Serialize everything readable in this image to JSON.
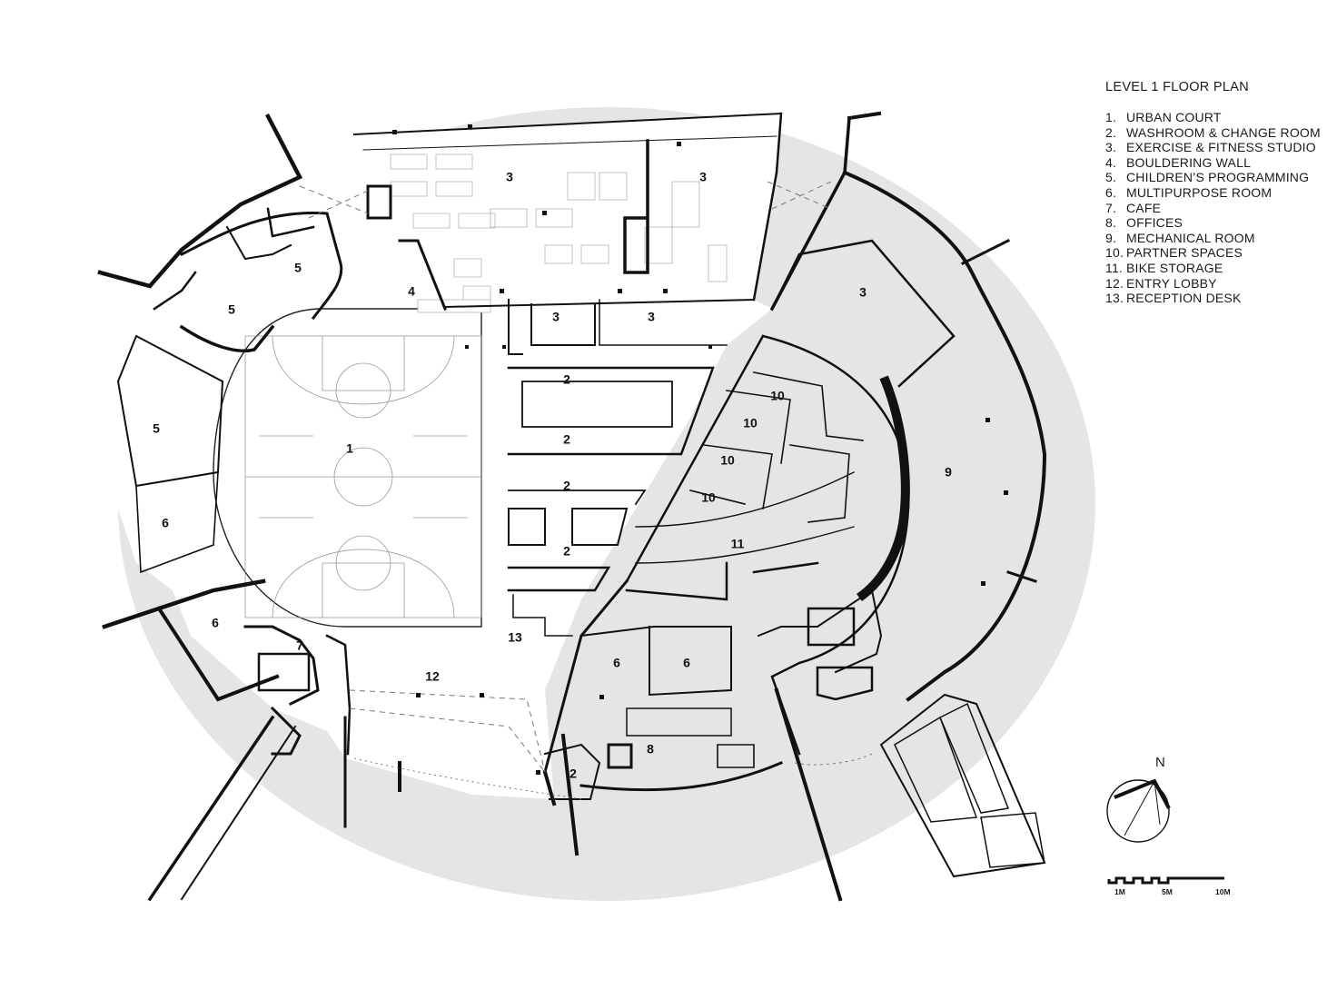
{
  "legend": {
    "title": "LEVEL 1 FLOOR PLAN",
    "items": [
      {
        "num": "1.",
        "label": "URBAN COURT"
      },
      {
        "num": "2.",
        "label": "WASHROOM & CHANGE ROOM"
      },
      {
        "num": "3.",
        "label": "EXERCISE & FITNESS STUDIO"
      },
      {
        "num": "4.",
        "label": "BOULDERING WALL"
      },
      {
        "num": "5.",
        "label": "CHILDREN’S PROGRAMMING"
      },
      {
        "num": "6.",
        "label": "MULTIPURPOSE ROOM"
      },
      {
        "num": "7.",
        "label": "CAFE"
      },
      {
        "num": "8.",
        "label": "OFFICES"
      },
      {
        "num": "9.",
        "label": "MECHANICAL ROOM"
      },
      {
        "num": "10.",
        "label": "PARTNER SPACES"
      },
      {
        "num": "11.",
        "label": "BIKE STORAGE"
      },
      {
        "num": "12.",
        "label": "ENTRY LOBBY"
      },
      {
        "num": "13.",
        "label": "RECEPTION DESK"
      }
    ]
  },
  "rooms": [
    {
      "id": "r3a",
      "label": "3"
    },
    {
      "id": "r3b",
      "label": "3"
    },
    {
      "id": "r3c",
      "label": "3"
    },
    {
      "id": "r3d",
      "label": "3"
    },
    {
      "id": "r3e",
      "label": "3"
    },
    {
      "id": "r4",
      "label": "4"
    },
    {
      "id": "r5a",
      "label": "5"
    },
    {
      "id": "r5b",
      "label": "5"
    },
    {
      "id": "r5c",
      "label": "5"
    },
    {
      "id": "r1",
      "label": "1"
    },
    {
      "id": "r2a",
      "label": "2"
    },
    {
      "id": "r2b",
      "label": "2"
    },
    {
      "id": "r2c",
      "label": "2"
    },
    {
      "id": "r2d",
      "label": "2"
    },
    {
      "id": "r2e",
      "label": "2"
    },
    {
      "id": "r6a",
      "label": "6"
    },
    {
      "id": "r6b",
      "label": "6"
    },
    {
      "id": "r6c",
      "label": "6"
    },
    {
      "id": "r6d",
      "label": "6"
    },
    {
      "id": "r7",
      "label": "7"
    },
    {
      "id": "r8",
      "label": "8"
    },
    {
      "id": "r9",
      "label": "9"
    },
    {
      "id": "r10a",
      "label": "10"
    },
    {
      "id": "r10b",
      "label": "10"
    },
    {
      "id": "r10c",
      "label": "10"
    },
    {
      "id": "r10d",
      "label": "10"
    },
    {
      "id": "r11",
      "label": "11"
    },
    {
      "id": "r12",
      "label": "12"
    },
    {
      "id": "r13",
      "label": "13"
    }
  ],
  "north": {
    "label": "N"
  },
  "scale_bar": {
    "ticks": [
      "1M",
      "5M",
      "10M"
    ]
  },
  "colors": {
    "ground": "#e3e6e4",
    "wall": "#111111",
    "line": "#555555",
    "paper": "#ffffff"
  }
}
